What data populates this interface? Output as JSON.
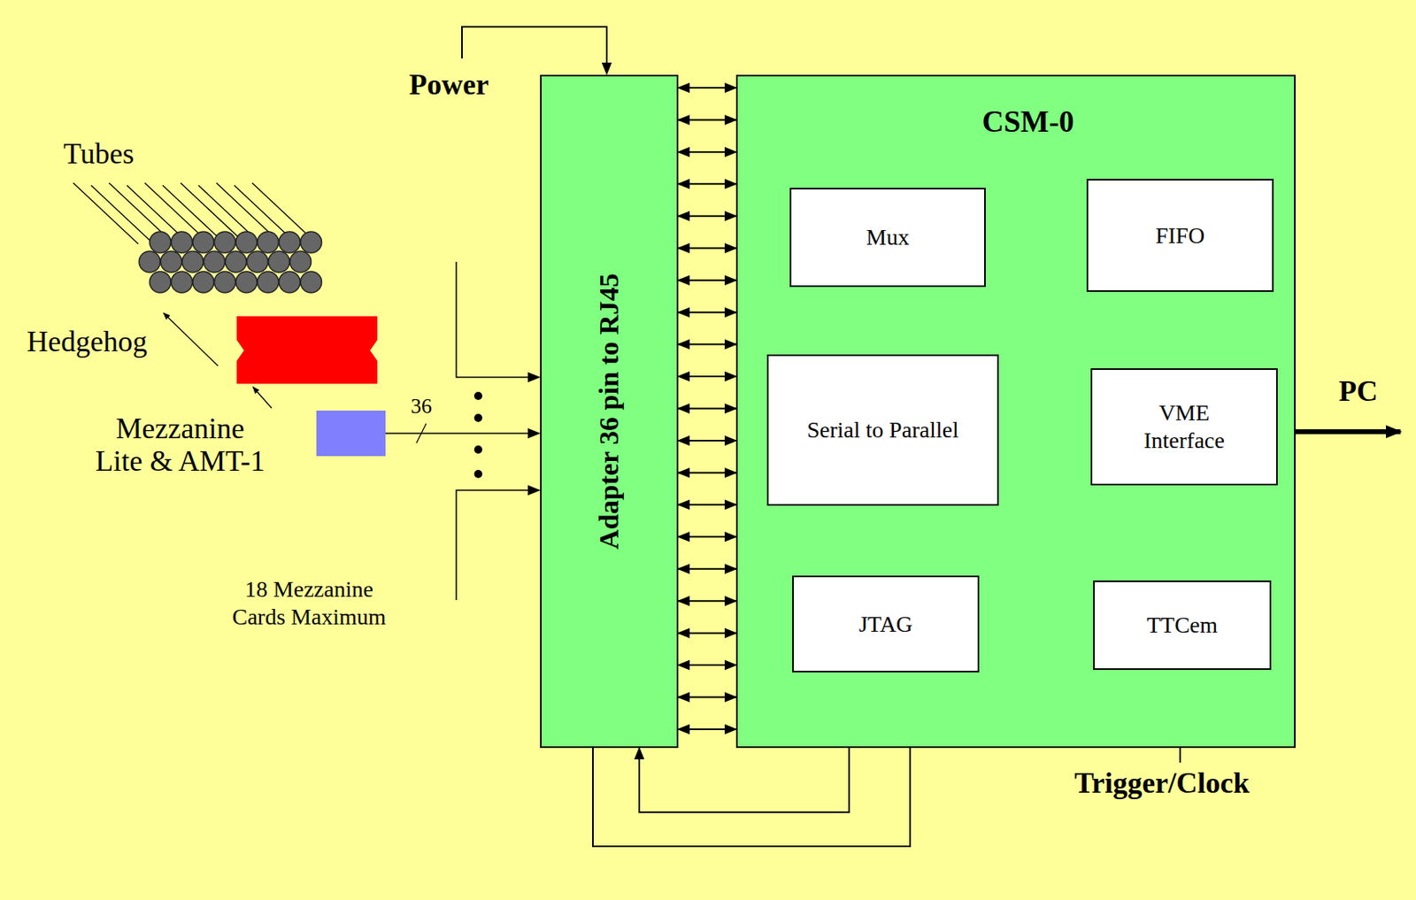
{
  "diagram": {
    "nodes": [
      {
        "text": [
          "Adapter 36 pin to RJ45"
        ]
      },
      {
        "text": [
          "CSM-0"
        ]
      },
      {
        "text": [
          "Mux"
        ],
        "in": 1
      },
      {
        "text": [
          "FIFO"
        ],
        "in": 1
      },
      {
        "text": [
          "Serial to Parallel"
        ],
        "in": 1
      },
      {
        "text": [
          "VME Interface"
        ],
        "in": 1
      },
      {
        "text": [
          "JTAG"
        ],
        "in": 1
      },
      {
        "text": [
          "TTCem"
        ],
        "in": 1
      }
    ],
    "edges": [
      {
        "from": 2,
        "to": 3,
        "arrow": "to"
      },
      {
        "from": 4,
        "to": 2,
        "arrow": "to"
      },
      {
        "from": 2,
        "to": 5,
        "arrow": "both"
      },
      {
        "from": 3,
        "to": 5,
        "arrow": "to"
      },
      {
        "from": 4,
        "to": 5,
        "arrow": "both"
      },
      {
        "from": 5,
        "to": 6,
        "arrow": "both"
      },
      {
        "from": 7,
        "to": 5,
        "arrow": "both"
      },
      {
        "from": 0,
        "to": 6,
        "arrow": "to"
      },
      {
        "from": 6,
        "to": 0,
        "arrow": "to"
      },
      {
        "from": 0,
        "to": 1,
        "arrow": "both"
      },
      {
        "from": 0,
        "to": 1,
        "arrow": "both"
      },
      {
        "from": 0,
        "to": 1,
        "arrow": "both"
      },
      {
        "from": 0,
        "to": 1,
        "arrow": "both"
      },
      {
        "from": 0,
        "to": 1,
        "arrow": "both"
      },
      {
        "from": 0,
        "to": 1,
        "arrow": "both"
      },
      {
        "from": 0,
        "to": 1,
        "arrow": "both"
      },
      {
        "from": 0,
        "to": 1,
        "arrow": "both"
      },
      {
        "from": 0,
        "to": 1,
        "arrow": "both"
      },
      {
        "from": 0,
        "to": 1,
        "arrow": "both"
      },
      {
        "from": 0,
        "to": 1,
        "arrow": "both"
      },
      {
        "from": 0,
        "to": 1,
        "arrow": "both"
      },
      {
        "from": 0,
        "to": 1,
        "arrow": "both"
      },
      {
        "from": 0,
        "to": 1,
        "arrow": "both"
      },
      {
        "from": 0,
        "to": 1,
        "arrow": "both"
      },
      {
        "from": 0,
        "to": 1,
        "arrow": "both"
      },
      {
        "from": 0,
        "to": 1,
        "arrow": "both"
      },
      {
        "from": 0,
        "to": 1,
        "arrow": "both"
      },
      {
        "from": 0,
        "to": 1,
        "arrow": "both"
      },
      {
        "from": 0,
        "to": 1,
        "arrow": "both"
      },
      {
        "from": 0,
        "to": 1,
        "arrow": "both"
      }
    ],
    "labels": [
      "Power",
      "Tubes",
      "Hedgehog",
      "Mezzanine Lite & AMT-1",
      "36",
      "18 Mezzanine Cards Maximum",
      "PC",
      "Trigger/Clock"
    ]
  }
}
